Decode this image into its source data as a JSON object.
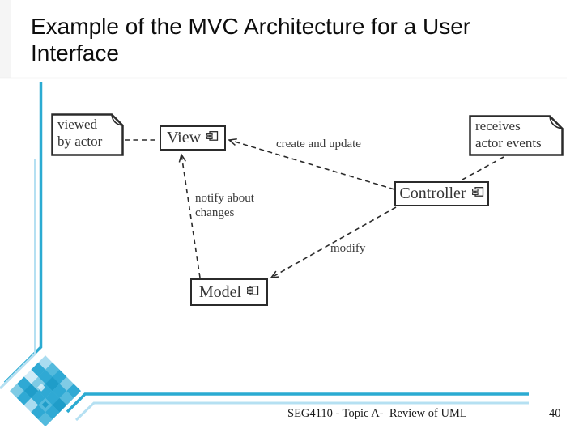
{
  "slide": {
    "title": "Example of the MVC Architecture for a User\nInterface",
    "footer": {
      "course": "SEG4110 - Topic A-  Review of UML",
      "page": "40"
    }
  },
  "diagram": {
    "notes": [
      {
        "id": "viewed-by-actor",
        "text": "viewed\nby actor"
      },
      {
        "id": "receives-actor-events",
        "text": "receives\nactor events"
      }
    ],
    "classes": [
      {
        "name": "View"
      },
      {
        "name": "Controller"
      },
      {
        "name": "Model"
      }
    ],
    "links": [
      {
        "from": "Controller",
        "to": "View",
        "label": "create and update"
      },
      {
        "from": "Model",
        "to": "View",
        "label": "notify about\nchanges"
      },
      {
        "from": "Controller",
        "to": "Model",
        "label": "modify"
      }
    ]
  },
  "theme": {
    "accent_teal": "#2BABD2",
    "accent_light_blue": "#B5E0F2",
    "diagram_ink": "#2b2b2b"
  }
}
